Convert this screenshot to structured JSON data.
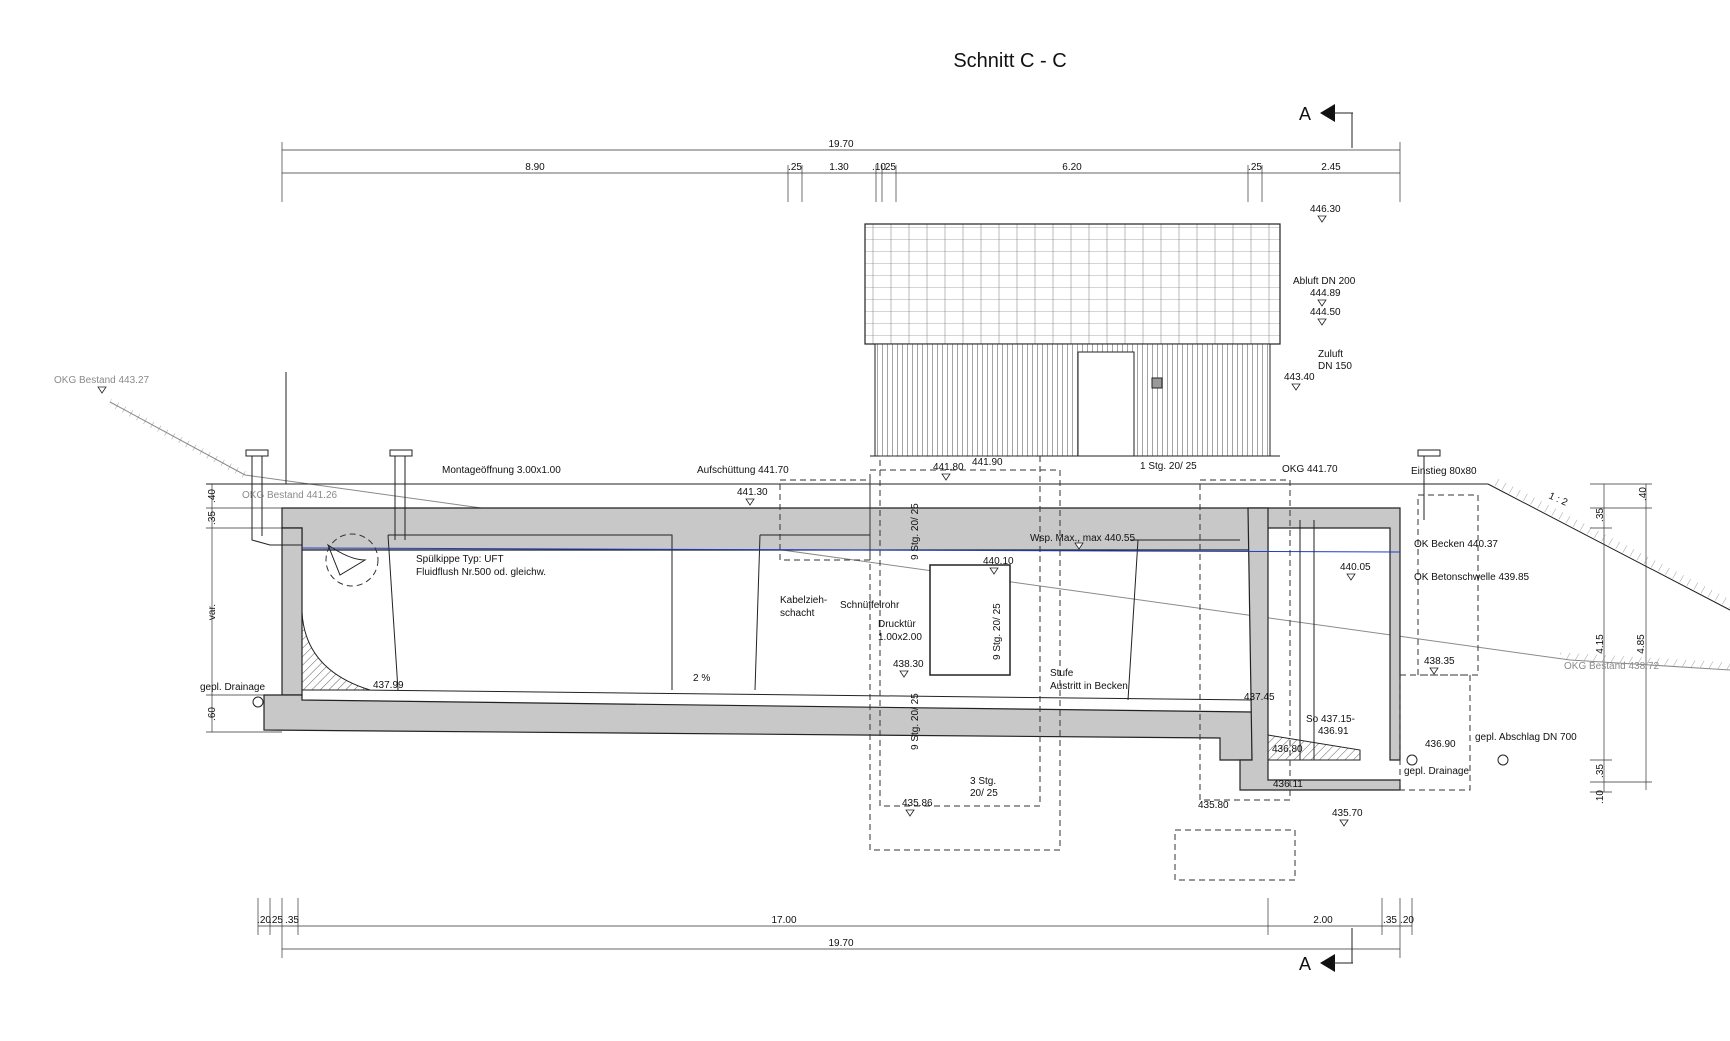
{
  "title": "Schnitt C - C",
  "section_marker": "A",
  "dims_top": {
    "total": "19.70",
    "segments": [
      "8.90",
      ".25",
      "1.30",
      ".10",
      ".25",
      "6.20",
      ".25",
      "2.45"
    ]
  },
  "dims_bottom": {
    "segments": [
      ".20",
      ".25",
      ".35",
      "17.00",
      "2.00",
      ".35",
      ".20"
    ],
    "total": "19.70"
  },
  "dims_left": [
    ".35",
    ".40",
    "var.",
    ".60"
  ],
  "dims_right": [
    ".40",
    ".35",
    "4.15",
    "4.85",
    ".35",
    ".10"
  ],
  "labels": {
    "okg_bestand_1": "OKG Bestand 443.27",
    "okg_bestand_2": "OKG Bestand 441.26",
    "okg_bestand_3": "OKG Bestand 438.72",
    "montage": "Montageöffnung 3.00x1.00",
    "aufschuettung": "Aufschüttung 441.70",
    "lvl_44130": "441.30",
    "lvl_44180": "441.80",
    "lvl_44190": "441.90",
    "stg1": "1 Stg. 20/ 25",
    "okg": "OKG 441.70",
    "einstieg": "Einstieg 80x80",
    "lvl_44630": "446.30",
    "abluft": "Abluft DN 200",
    "lvl_44489": "444.89",
    "lvl_44450": "444.50",
    "zuluft_1": "Zuluft",
    "zuluft_2": "DN 150",
    "lvl_44340": "443.40",
    "wsp": "Wsp. Max., max 440.55",
    "spuelkippe_1": "Spülkippe Typ: UFT",
    "spuelkippe_2": "Fluidflush Nr.500 od. gleichw.",
    "kabelzieh_1": "Kabelzieh-",
    "kabelzieh_2": "schacht",
    "schnueffel": "Schnüffelrohr",
    "drucktuer_1": "Drucktür",
    "drucktuer_2": "1.00x2.00",
    "lvl_44010": "440.10",
    "lvl_44005": "440.05",
    "ok_becken": "OK Becken 440.37",
    "ok_betonschwelle": "OK Betonschwelle 439.85",
    "lvl_43830": "438.30",
    "lvl_43835": "438.35",
    "stufe_1": "Stufe",
    "stufe_2": "Austritt in Becken",
    "slope": "2 %",
    "lvl_43799": "437.99",
    "lvl_43745": "437.45",
    "so_1": "So 437.15-",
    "so_2": "436.91",
    "lvl_43680": "436.80",
    "lvl_43690": "436.90",
    "lvl_43611": "436.11",
    "lvl_43586": "435.86",
    "lvl_43580": "435.80",
    "lvl_43570": "435.70",
    "stg3_1": "3 Stg.",
    "stg3_2": "20/ 25",
    "drainage_left": "gepl. Drainage",
    "drainage_right": "gepl. Drainage",
    "abschlag": "gepl. Abschlag DN 700",
    "slope_ratio": "1 : 2",
    "step_a": "9 Stg. 20/ 25",
    "step_b": "9 Stg. 20/ 25",
    "step_c": "9 Stg. 20/ 25"
  },
  "colors": {
    "concrete": "#c8c8c8",
    "water_line": "#1f3fbf",
    "line": "#222222"
  }
}
